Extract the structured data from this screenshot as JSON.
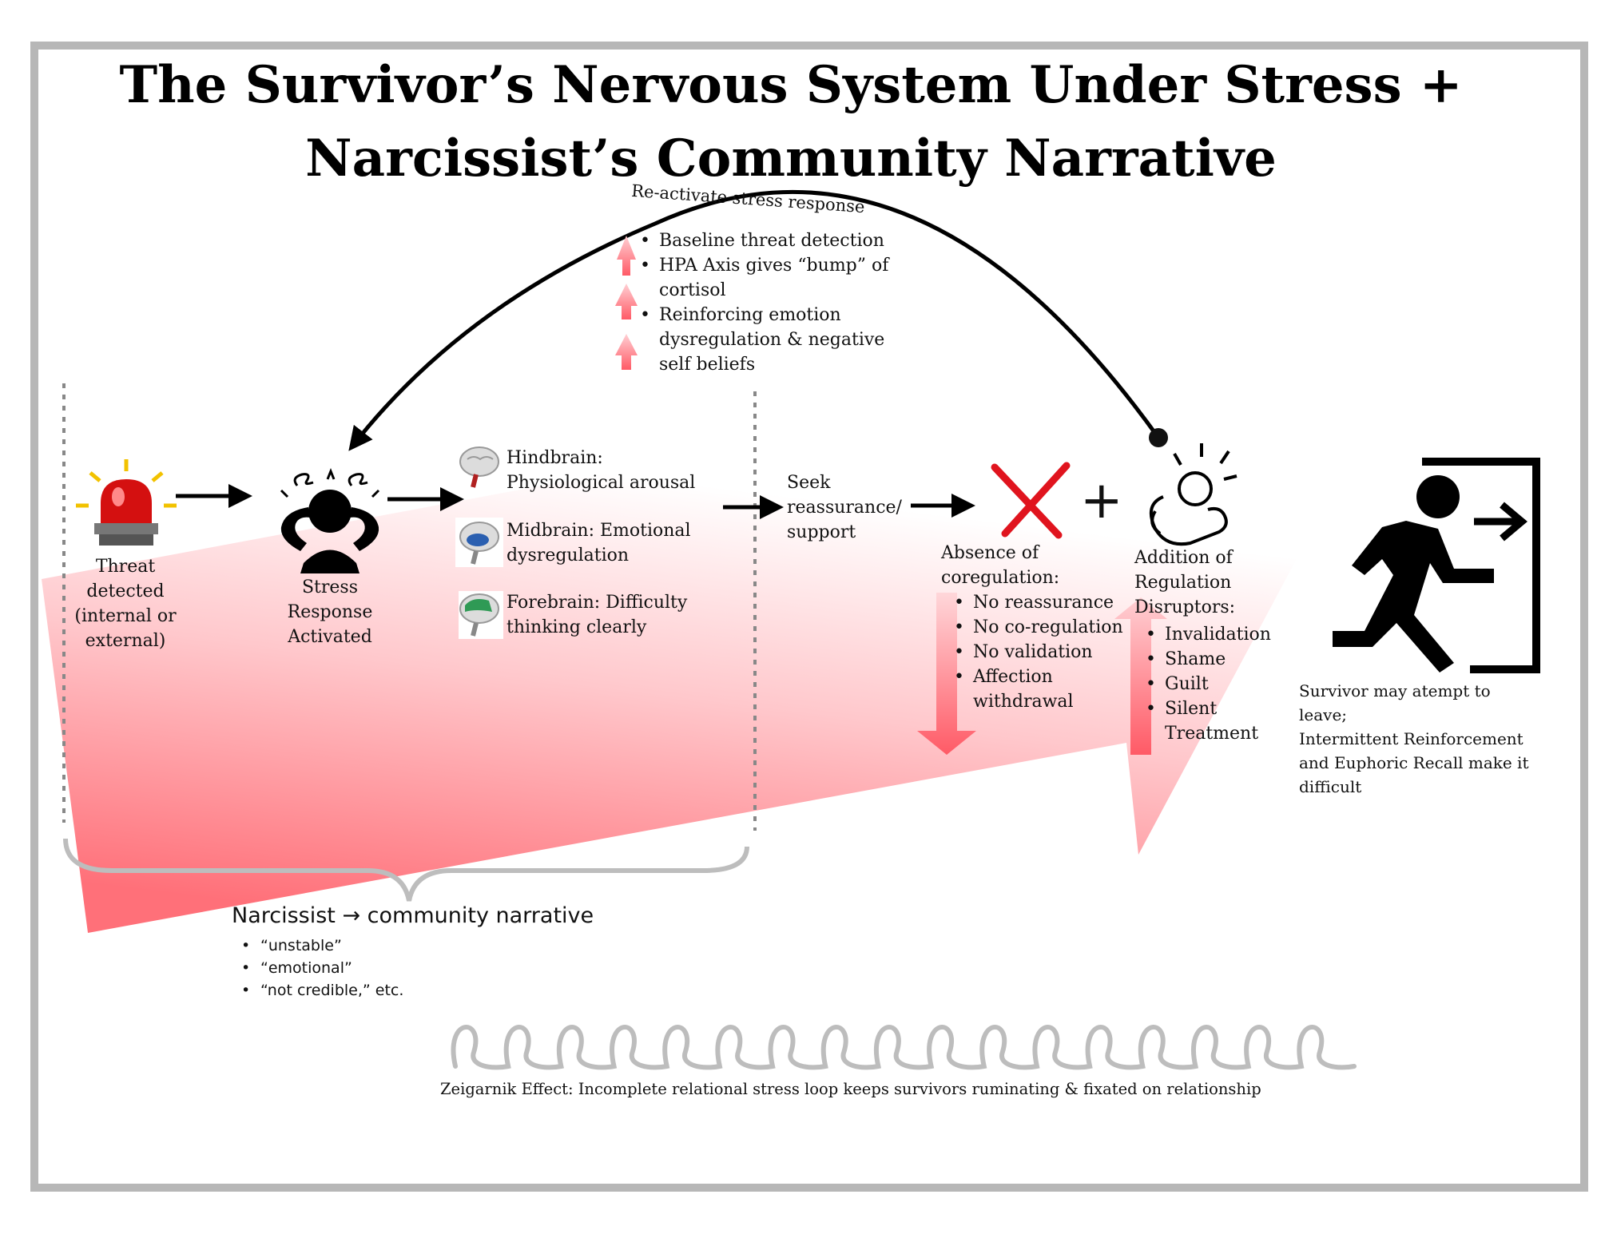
{
  "title": {
    "line1": "The Survivor’s Nervous System Under Stress +",
    "line2": "Narcissist’s Community Narrative"
  },
  "loop_label": "Re-activate stress response",
  "reactivation_effects": [
    "Baseline threat detection",
    "HPA Axis gives “bump” of cortisol",
    "Reinforcing emotion dysregulation & negative self beliefs"
  ],
  "threat": {
    "label": "Threat detected (internal or external)"
  },
  "stress": {
    "label": "Stress Response Activated"
  },
  "brain": {
    "hindbrain": "Hindbrain: Physiological arousal",
    "midbrain": "Midbrain: Emotional dysregulation",
    "forebrain": "Forebrain: Difficulty thinking clearly"
  },
  "seek": {
    "label": "Seek reassurance/ support"
  },
  "absence": {
    "heading": "Absence of coregulation:",
    "items": [
      "No reassurance",
      "No co-regulation",
      "No validation",
      "Affection withdrawal"
    ]
  },
  "plus_sign": "+",
  "disruptors": {
    "heading": "Addition of Regulation Disruptors:",
    "items": [
      "Invalidation",
      "Shame",
      "Guilt",
      "Silent Treatment"
    ]
  },
  "leave": {
    "line1": "Survivor may atempt to leave;",
    "line2": "Intermittent Reinforcement and  Euphoric Recall make it difficult"
  },
  "narrative": {
    "heading": "Narcissist → community narrative",
    "items": [
      "“unstable”",
      "“emotional”",
      "“not credible,” etc."
    ]
  },
  "zeigarnik": "Zeigarnik Effect: Incomplete relational stress loop keeps survivors ruminating & fixated on relationship",
  "colors": {
    "arrow_red": "#ff6f78",
    "x_red": "#e0141e",
    "siren_red": "#d41010",
    "frame_gray": "#b7b7b7"
  },
  "icons": [
    "siren-icon",
    "stressed-person-icon",
    "brain-icon",
    "x-mark-icon",
    "pointing-finger-icon",
    "exit-runner-icon",
    "red-up-arrow-icon",
    "red-down-arrow-icon"
  ]
}
